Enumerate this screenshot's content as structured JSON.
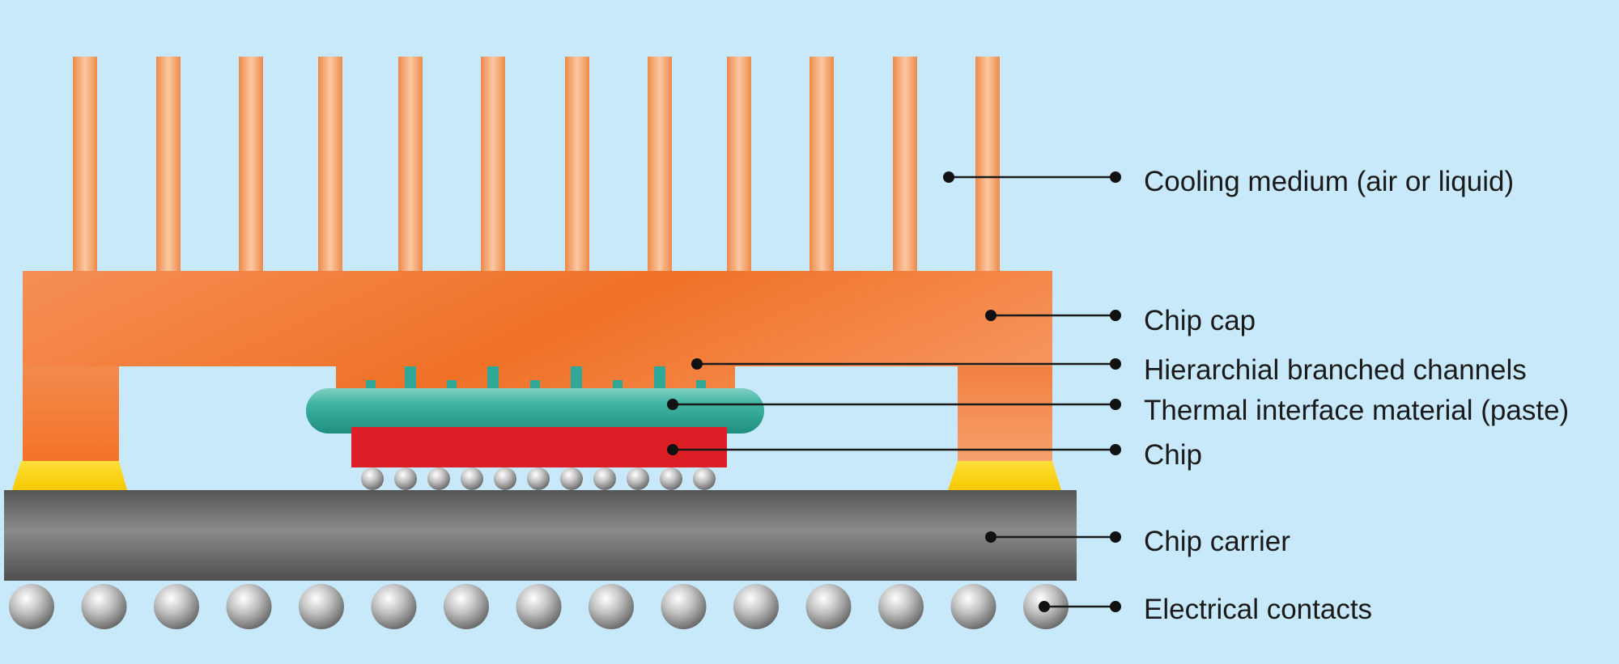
{
  "callouts": {
    "cooling_medium": "Cooling medium (air or liquid)",
    "chip_cap": "Chip cap",
    "branched_channels": "Hierarchial branched channels",
    "thermal_interface": "Thermal interface material (paste)",
    "chip": "Chip",
    "chip_carrier": "Chip carrier",
    "electrical_contacts": "Electrical contacts"
  },
  "colors": {
    "background": "#c7e9f9",
    "cooling_fins": "#f4a46e",
    "chip_cap": "#f07830",
    "cap_feet": "#ffd600",
    "thermal_paste": "#2fa898",
    "chip": "#dc1e26",
    "chip_carrier": "#6e6e6e",
    "contacts": "#bdbdbd",
    "leader_lines": "#1a1a1a"
  }
}
